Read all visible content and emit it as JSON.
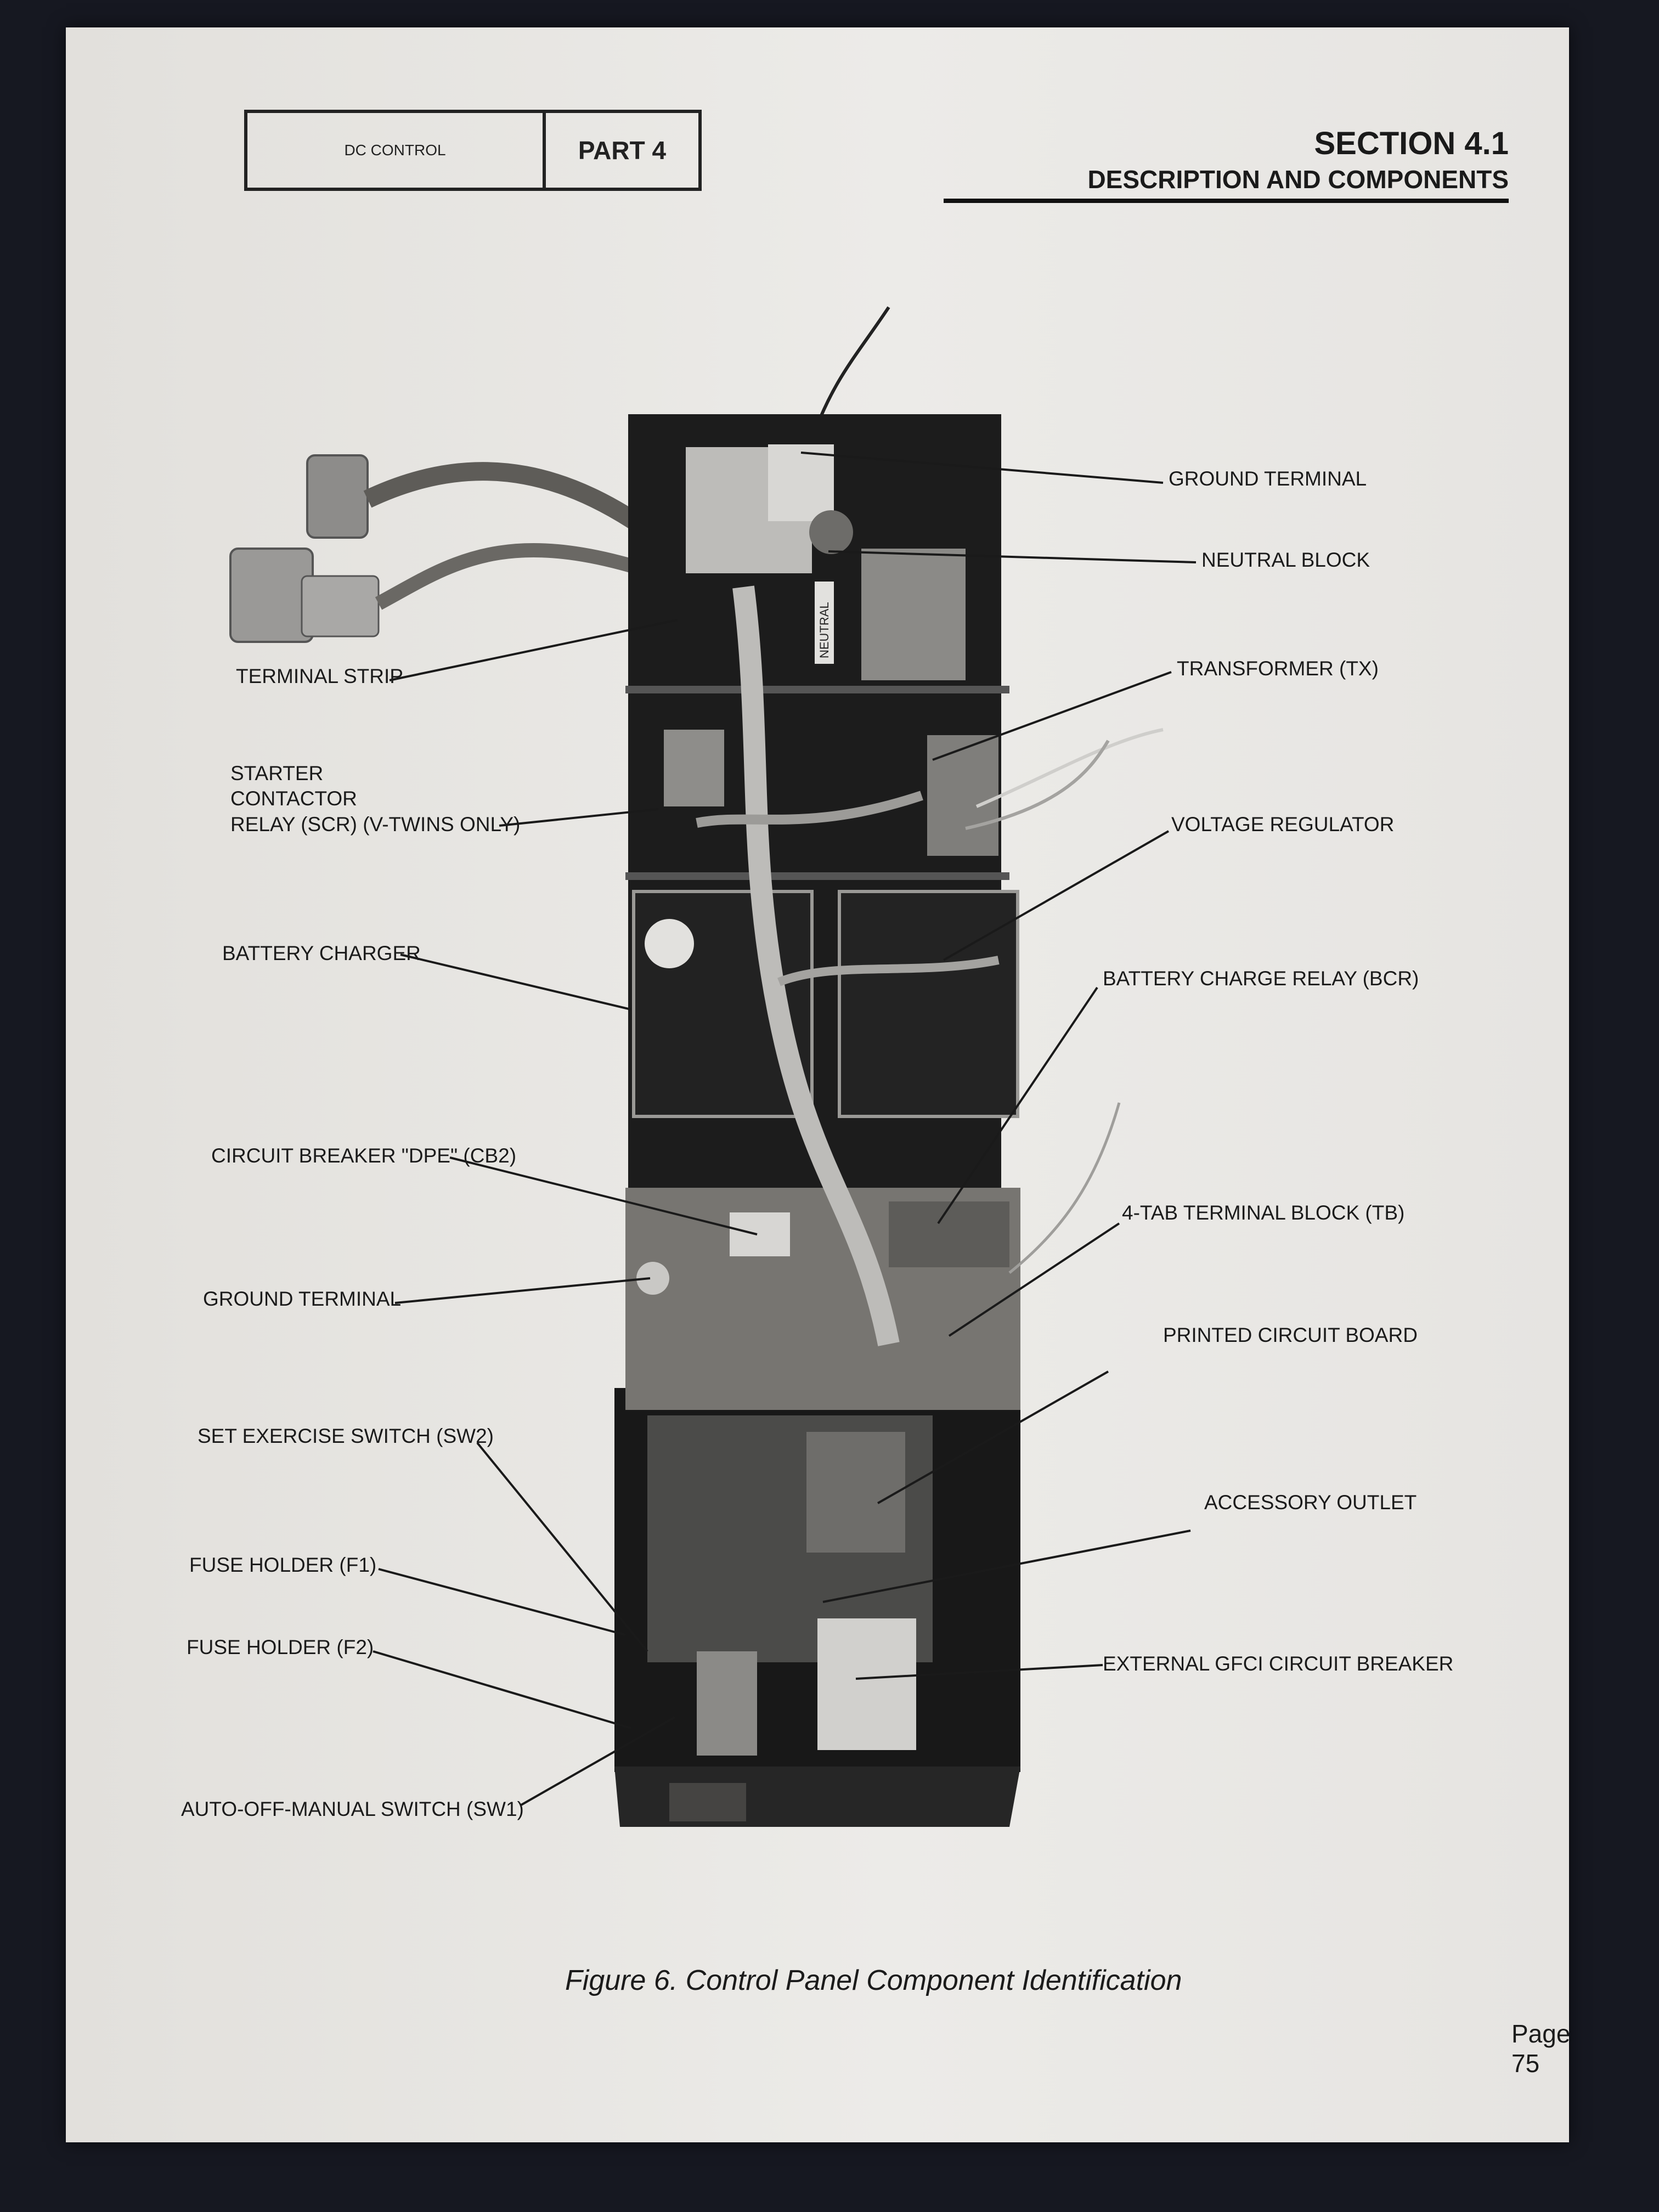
{
  "header": {
    "doc_name": "DC CONTROL",
    "part": "PART 4",
    "section": "SECTION 4.1",
    "section_title": "DESCRIPTION AND COMPONENTS"
  },
  "labels": {
    "ground_terminal_top": "GROUND TERMINAL",
    "neutral_block": "NEUTRAL BLOCK",
    "terminal_strip": "TERMINAL STRIP",
    "transformer": "TRANSFORMER (TX)",
    "starter_contactor_relay": "STARTER\nCONTACTOR\nRELAY (SCR) (V-TWINS ONLY)",
    "voltage_regulator": "VOLTAGE REGULATOR",
    "battery_charger": "BATTERY CHARGER",
    "battery_charge_relay": "BATTERY CHARGE RELAY (BCR)",
    "circuit_breaker_dpe": "CIRCUIT BREAKER \"DPE\" (CB2)",
    "four_tab_terminal_block": "4-TAB TERMINAL BLOCK (TB)",
    "ground_terminal_mid": "GROUND TERMINAL",
    "printed_circuit_board": "PRINTED CIRCUIT BOARD",
    "set_exercise_switch": "SET EXERCISE SWITCH (SW2)",
    "accessory_outlet": "ACCESSORY OUTLET",
    "fuse_holder_f1": "FUSE HOLDER (F1)",
    "external_gfci": "EXTERNAL GFCI CIRCUIT BREAKER",
    "fuse_holder_f2": "FUSE HOLDER (F2)",
    "auto_off_manual": "AUTO-OFF-MANUAL SWITCH (SW1)"
  },
  "photo_text": {
    "neutral_tag": "NEUTRAL"
  },
  "caption": "Figure 6. Control Panel Component Identification",
  "page_number": "Page 75"
}
